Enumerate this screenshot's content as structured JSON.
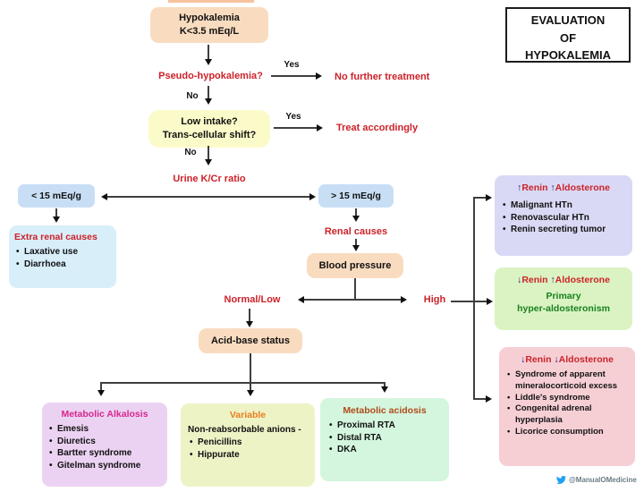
{
  "title_box": {
    "line1": "EVALUATION",
    "line2": "OF",
    "line3": "HYPOKALEMIA"
  },
  "flow": {
    "start": {
      "line1": "Hypokalemia",
      "line2": "K<3.5 mEq/L"
    },
    "pseudo_question": "Pseudo-hypokalemia?",
    "pseudo_yes": "Yes",
    "pseudo_no": "No",
    "no_further_treatment": "No further treatment",
    "intake_question": {
      "line1": "Low intake?",
      "line2": "Trans-cellular shift?"
    },
    "intake_yes": "Yes",
    "intake_no": "No",
    "treat_accordingly": "Treat accordingly",
    "urine_ratio_label": "Urine K/Cr ratio",
    "lt15_label": "< 15 mEq/g",
    "gt15_label": "> 15 mEq/g",
    "renal_causes_label": "Renal causes",
    "blood_pressure_label": "Blood pressure",
    "normal_low_label": "Normal/Low",
    "high_label": "High",
    "acid_base_label": "Acid-base status"
  },
  "boxes": {
    "extra_renal": {
      "title": "Extra renal causes",
      "items": [
        "Laxative use",
        "Diarrhoea"
      ]
    },
    "metabolic_alkalosis": {
      "title": "Metabolic Alkalosis",
      "items": [
        "Emesis",
        "Diuretics",
        "Bartter syndrome",
        "Gitelman syndrome"
      ]
    },
    "variable": {
      "title": "Variable",
      "subtitle": "Non-reabsorbable anions -",
      "items": [
        "Penicillins",
        "Hippurate"
      ]
    },
    "metabolic_acidosis": {
      "title": "Metabolic acidosis",
      "items": [
        "Proximal RTA",
        "Distal RTA",
        "DKA"
      ]
    },
    "renin_up_aldo_up": {
      "renin_arrow": "↑",
      "renin": "Renin",
      "aldo_arrow": "↑",
      "aldo": "Aldosterone",
      "items": [
        "Malignant HTn",
        "Renovascular HTn",
        "Renin secreting tumor"
      ]
    },
    "renin_down_aldo_up": {
      "renin_arrow": "↓",
      "renin": "Renin",
      "aldo_arrow": "↑",
      "aldo": "Aldosterone",
      "body_line1": "Primary",
      "body_line2": "hyper-aldosteronism"
    },
    "renin_down_aldo_down": {
      "renin_arrow": "↓",
      "renin": "Renin",
      "aldo_arrow": "↓",
      "aldo": "Aldosterone",
      "items": [
        "Syndrome of apparent mineralocorticoid excess",
        "Liddle's syndrome",
        "Congenital adrenal hyperplasia",
        "Licorice consumption"
      ]
    }
  },
  "footer": {
    "twitter_handle": "@ManualOMedicine",
    "icon": "twitter-bird-icon"
  },
  "colors": {
    "label_red": "#cc2229",
    "alkalosis_pink": "#d6278f",
    "variable_orange": "#e87e1e",
    "acidosis_rust": "#b04a1a",
    "hyperaldo_green": "#17801c",
    "renin_arrow_navy": "#18187a",
    "twitter_blue": "#1da1f2",
    "peach_box": "#f9dcc0",
    "yellow_box": "#fbfbc9",
    "blue_pill": "#c8def5",
    "lightblue_box": "#d8eef9",
    "purple_box": "#ecd2f2",
    "yellowgreen_box": "#eef3c6",
    "green_box": "#d4f6de",
    "lavender_box": "#d9d9f5",
    "lightgreen_box": "#dbf3c3",
    "pink_box": "#f6cfd5"
  }
}
